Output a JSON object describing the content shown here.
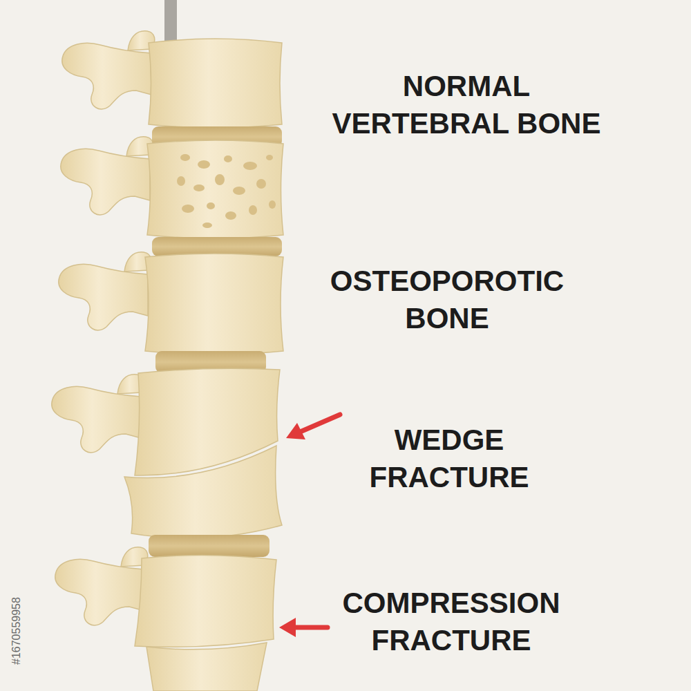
{
  "diagram": {
    "labels": [
      "NORMAL VERTEBRAL BONE",
      "OSTEOPOROTIC BONE",
      "WEDGE FRACTURE",
      "COMPRESSION FRACTURE",
      "#1670559958"
    ]
  }
}
